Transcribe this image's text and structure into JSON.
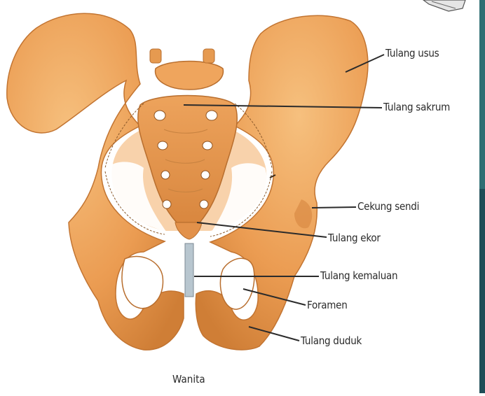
{
  "labels": {
    "ilium": "Tulang usus",
    "sacrum": "Tulang sakrum",
    "acetabulum": "Cekung sendi",
    "coccyx": "Tulang ekor",
    "pubis": "Tulang kemaluan",
    "foramen": "Foramen",
    "ischium": "Tulang duduk"
  },
  "caption": "Wanita",
  "colors": {
    "bone": "#e9994f",
    "bone_light": "#f3b773",
    "bone_shadow": "#c97a35",
    "foramen_hole": "#ffffff",
    "cartilage": "#b7c4cc",
    "leader_line": "#2b2b2b",
    "edge_strip": "#1f4d57"
  }
}
